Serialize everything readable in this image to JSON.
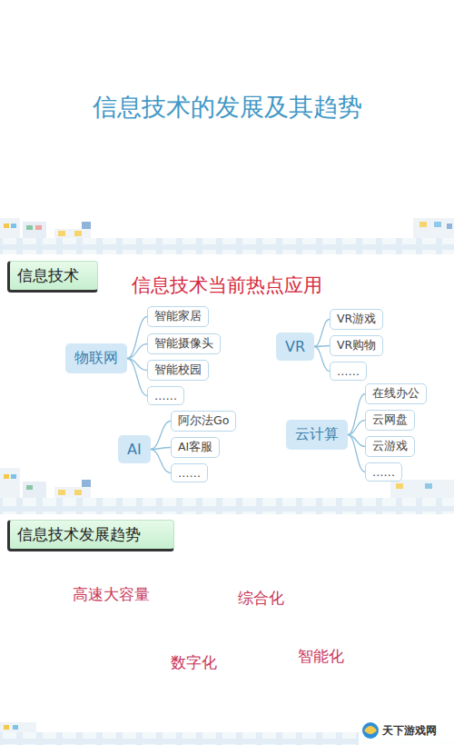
{
  "diagram": {
    "title": "信息技术的发展及其趋势",
    "nodes": [
      {
        "text": [
          "信息技术"
        ]
      },
      {
        "text": [
          "物联网"
        ]
      },
      {
        "text": [
          "智能家居"
        ]
      },
      {
        "text": [
          "智能摄像头"
        ]
      },
      {
        "text": [
          "智能校园"
        ]
      },
      {
        "text": [
          "……"
        ]
      },
      {
        "text": [
          "VR"
        ]
      },
      {
        "text": [
          "VR游戏"
        ]
      },
      {
        "text": [
          "VR购物"
        ]
      },
      {
        "text": [
          "……"
        ]
      },
      {
        "text": [
          "AI"
        ]
      },
      {
        "text": [
          "阿尔法Go"
        ]
      },
      {
        "text": [
          "AI客服"
        ]
      },
      {
        "text": [
          "……"
        ]
      },
      {
        "text": [
          "云计算"
        ]
      },
      {
        "text": [
          "在线办公"
        ]
      },
      {
        "text": [
          "云网盘"
        ]
      },
      {
        "text": [
          "云游戏"
        ]
      },
      {
        "text": [
          "……"
        ]
      },
      {
        "text": [
          "信息技术发展趋势"
        ]
      }
    ],
    "edges": [
      {
        "from": 1,
        "to": 2,
        "arrow": "none"
      },
      {
        "from": 1,
        "to": 3,
        "arrow": "none"
      },
      {
        "from": 1,
        "to": 4,
        "arrow": "none"
      },
      {
        "from": 1,
        "to": 5,
        "arrow": "none"
      },
      {
        "from": 6,
        "to": 7,
        "arrow": "none"
      },
      {
        "from": 6,
        "to": 8,
        "arrow": "none"
      },
      {
        "from": 6,
        "to": 9,
        "arrow": "none"
      },
      {
        "from": 10,
        "to": 11,
        "arrow": "none"
      },
      {
        "from": 10,
        "to": 12,
        "arrow": "none"
      },
      {
        "from": 10,
        "to": 13,
        "arrow": "none"
      },
      {
        "from": 14,
        "to": 15,
        "arrow": "none"
      },
      {
        "from": 14,
        "to": 16,
        "arrow": "none"
      },
      {
        "from": 14,
        "to": 17,
        "arrow": "none"
      },
      {
        "from": 14,
        "to": 18,
        "arrow": "none"
      }
    ],
    "labels": [
      "信息技术当前热点应用",
      "高速大容量",
      "综合化",
      "数字化",
      "智能化",
      "天下游戏网"
    ]
  }
}
